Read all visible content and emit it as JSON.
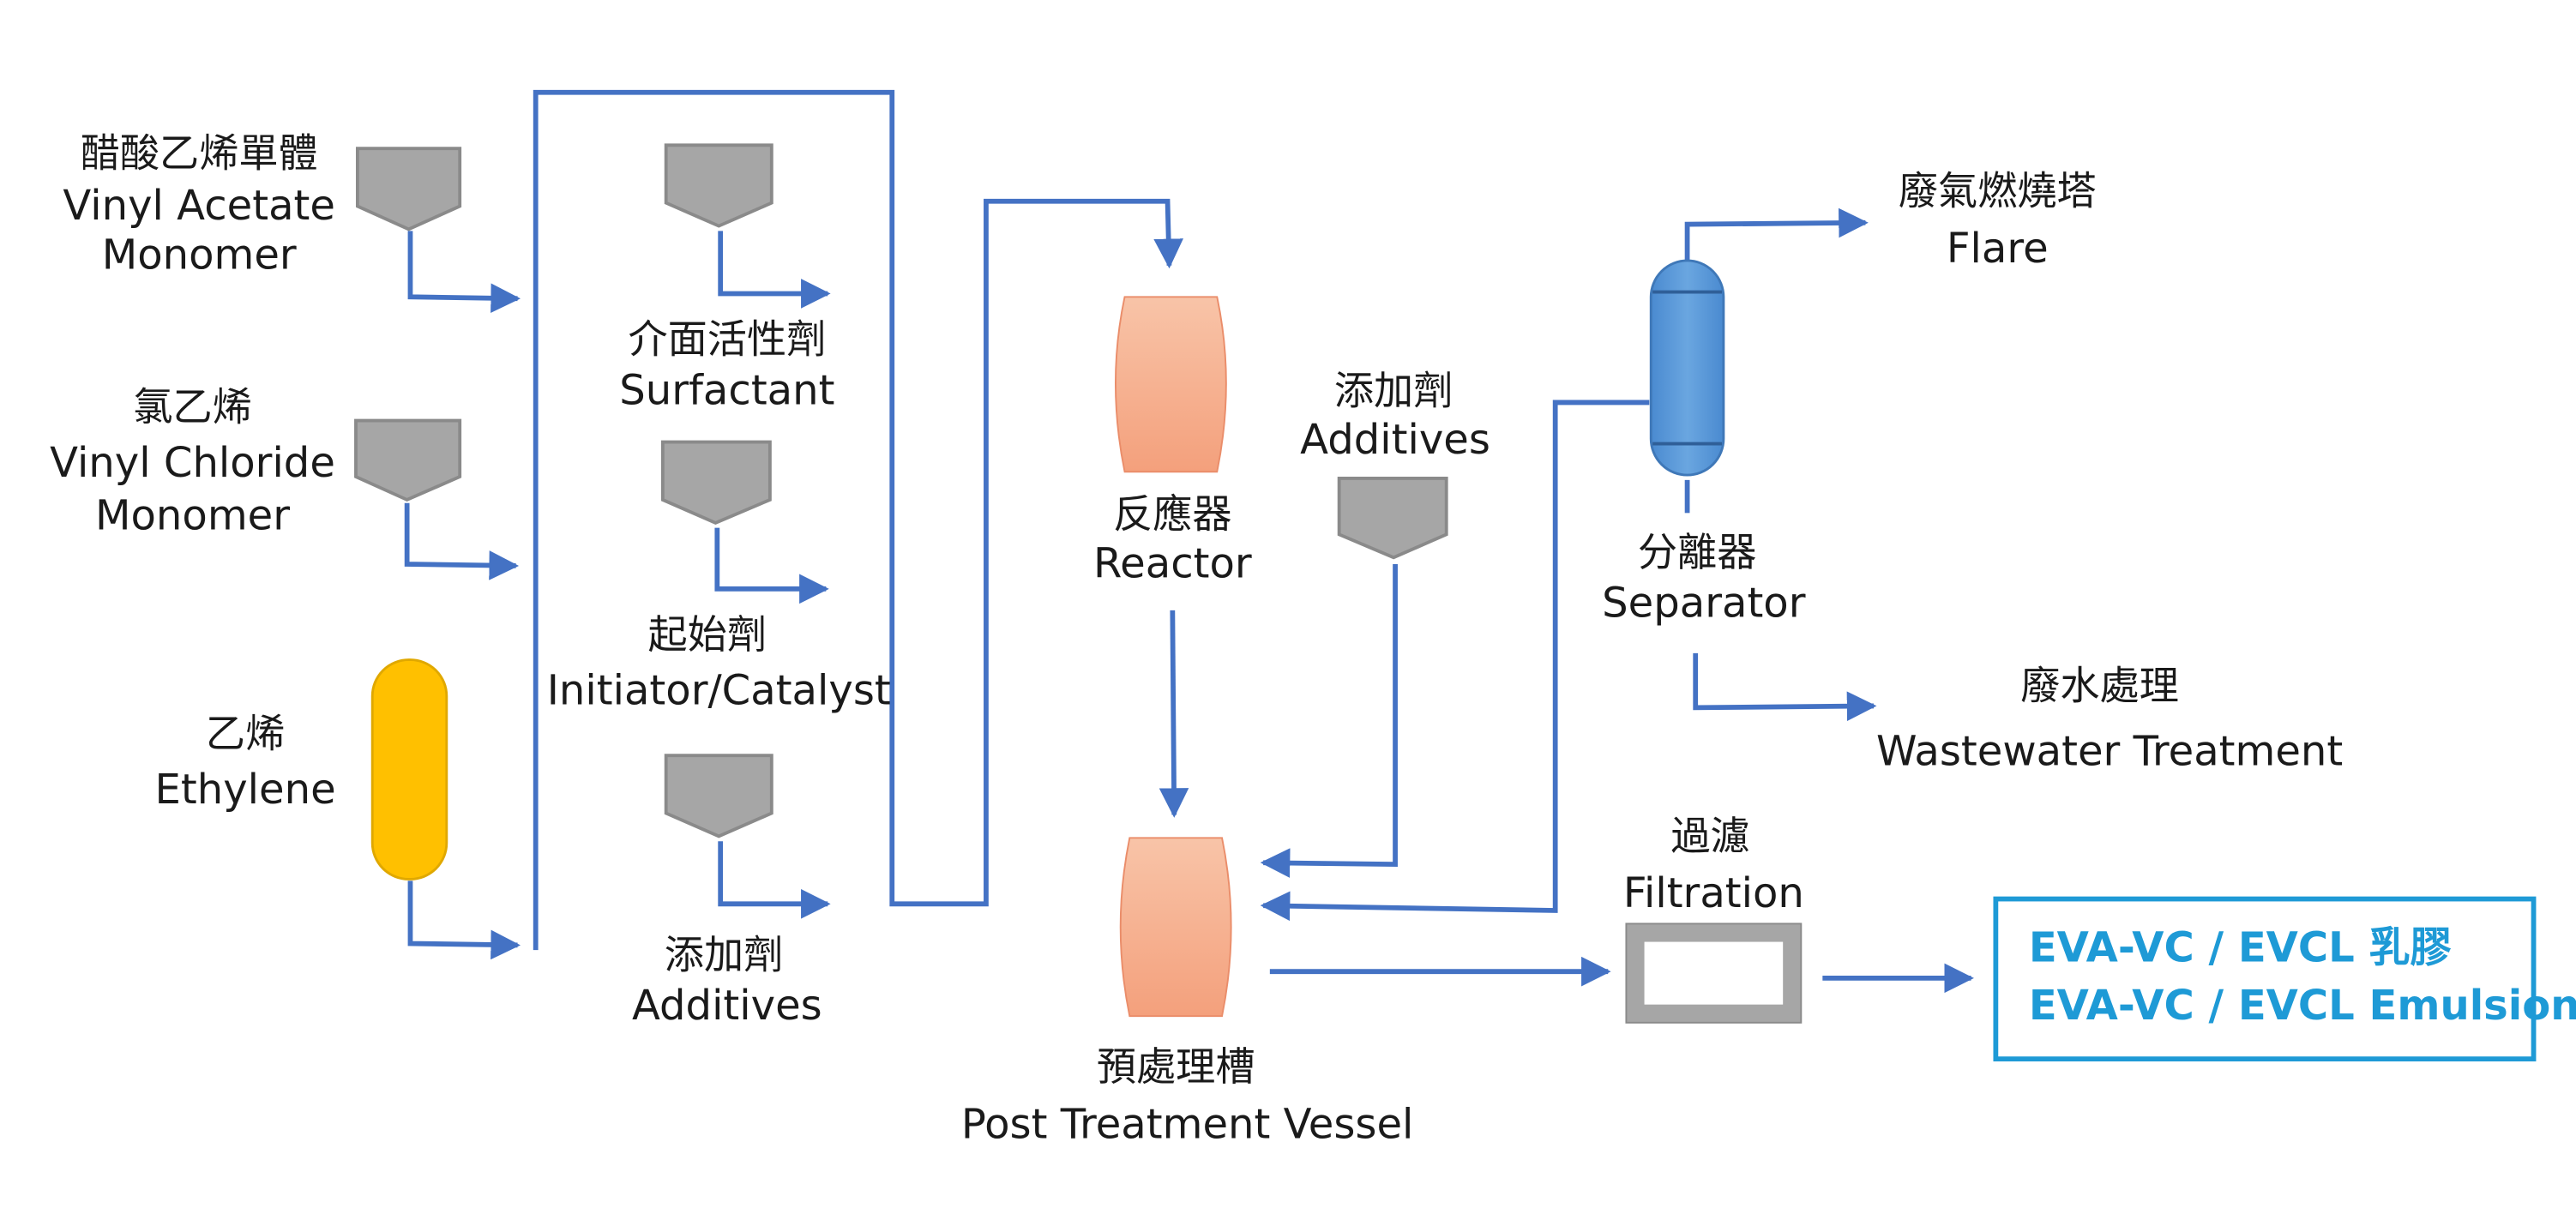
{
  "nodes": {
    "vam": {
      "cn": "醋酸乙烯單體",
      "en1": "Vinyl Acetate",
      "en2": "Monomer"
    },
    "vcm": {
      "cn": "氯乙烯",
      "en1": "Vinyl Chloride",
      "en2": "Monomer"
    },
    "ethylene": {
      "cn": "乙烯",
      "en": "Ethylene"
    },
    "surfactant": {
      "cn": "介面活性劑",
      "en": "Surfactant"
    },
    "initiator": {
      "cn": "起始劑",
      "en": "Initiator/Catalyst"
    },
    "additives1": {
      "cn": "添加劑",
      "en": "Additives"
    },
    "reactor": {
      "cn": "反應器",
      "en": "Reactor"
    },
    "additives2": {
      "cn": "添加劑",
      "en": "Additives"
    },
    "post": {
      "cn": "預處理槽",
      "en": "Post Treatment Vessel"
    },
    "separator": {
      "cn": "分離器",
      "en": "Separator"
    },
    "flare": {
      "cn": "廢氣燃燒塔",
      "en": "Flare"
    },
    "wastewater": {
      "cn": "廢水處理",
      "en": "Wastewater Treatment"
    },
    "filtration": {
      "cn": "過濾",
      "en": "Filtration"
    }
  },
  "product": {
    "line1": "EVA-VC / EVCL 乳膠",
    "line2": "EVA-VC / EVCL Emulsion"
  },
  "colors": {
    "flow_line": "#4472c4",
    "hopper": "#a6a6a6",
    "ethylene_tank": "#ffc000",
    "vessel": "#f4a582",
    "separator": "#5b9bd5",
    "product_border": "#1e9ad6",
    "product_text": "#1e9ad6"
  }
}
